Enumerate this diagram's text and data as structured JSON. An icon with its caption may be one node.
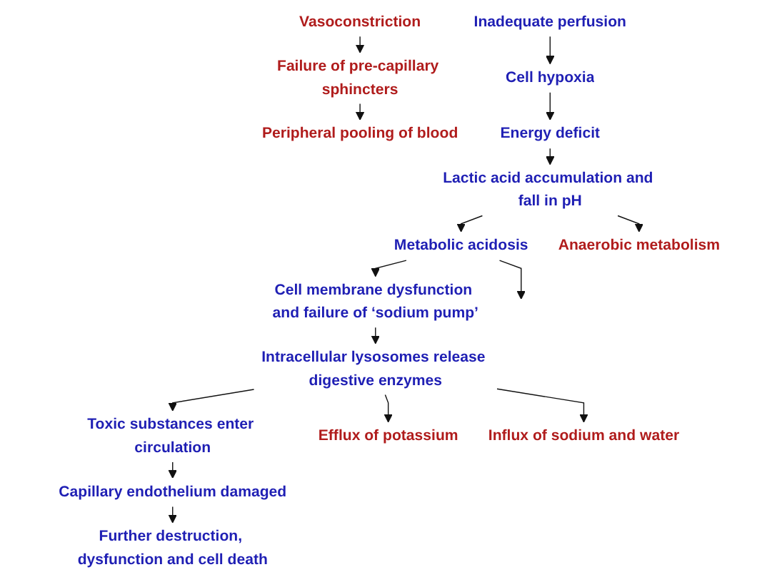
{
  "diagram": {
    "nodes": [
      {
        "text": [
          "Inadequate perfusion"
        ]
      },
      {
        "text": [
          "Cell hypoxia"
        ]
      },
      {
        "text": [
          "Energy deficit"
        ]
      },
      {
        "text": [
          "Lactic acid accumulation and fall in pH"
        ]
      },
      {
        "text": [
          "Anaerobic metabolism"
        ]
      },
      {
        "text": [
          "Vasoconstriction"
        ]
      },
      {
        "text": [
          "Metabolic acidosis"
        ]
      },
      {
        "text": [
          "Failure of pre-capillary sphincters"
        ]
      },
      {
        "text": [
          "Cell membrane dysfunction and failure of ‘sodium pump’"
        ]
      },
      {
        "text": [
          "Efflux of potassium"
        ]
      },
      {
        "text": [
          "Peripheral pooling of blood"
        ]
      },
      {
        "text": [
          "Intracellular lysosomes release digestive enzymes"
        ]
      },
      {
        "text": [
          "Influx of sodium and water"
        ]
      },
      {
        "text": [
          "Toxic substances enter circulation"
        ]
      },
      {
        "text": [
          "Capillary endothelium damaged"
        ]
      },
      {
        "text": [
          "Further destruction, dysfunction and cell death"
        ]
      }
    ],
    "edges": [
      {
        "from": 0,
        "to": 1,
        "arrow": "to"
      },
      {
        "from": 1,
        "to": 2,
        "arrow": "to"
      },
      {
        "from": 2,
        "to": 3,
        "arrow": "to"
      },
      {
        "from": 3,
        "to": 4,
        "arrow": "to"
      },
      {
        "from": 3,
        "to": 6,
        "arrow": "to"
      },
      {
        "from": 6,
        "to": null,
        "arrow": "to"
      },
      {
        "from": 5,
        "to": 7,
        "arrow": "to"
      },
      {
        "from": 6,
        "to": 8,
        "arrow": "to"
      },
      {
        "from": 7,
        "to": 10,
        "arrow": "to"
      },
      {
        "from": 8,
        "to": 11,
        "arrow": "to"
      },
      {
        "from": 11,
        "to": 9,
        "arrow": "to"
      },
      {
        "from": 11,
        "to": 12,
        "arrow": "to"
      },
      {
        "from": 11,
        "to": 13,
        "arrow": "to"
      },
      {
        "from": 13,
        "to": 14,
        "arrow": "to"
      },
      {
        "from": 14,
        "to": 15,
        "arrow": "to"
      }
    ]
  }
}
